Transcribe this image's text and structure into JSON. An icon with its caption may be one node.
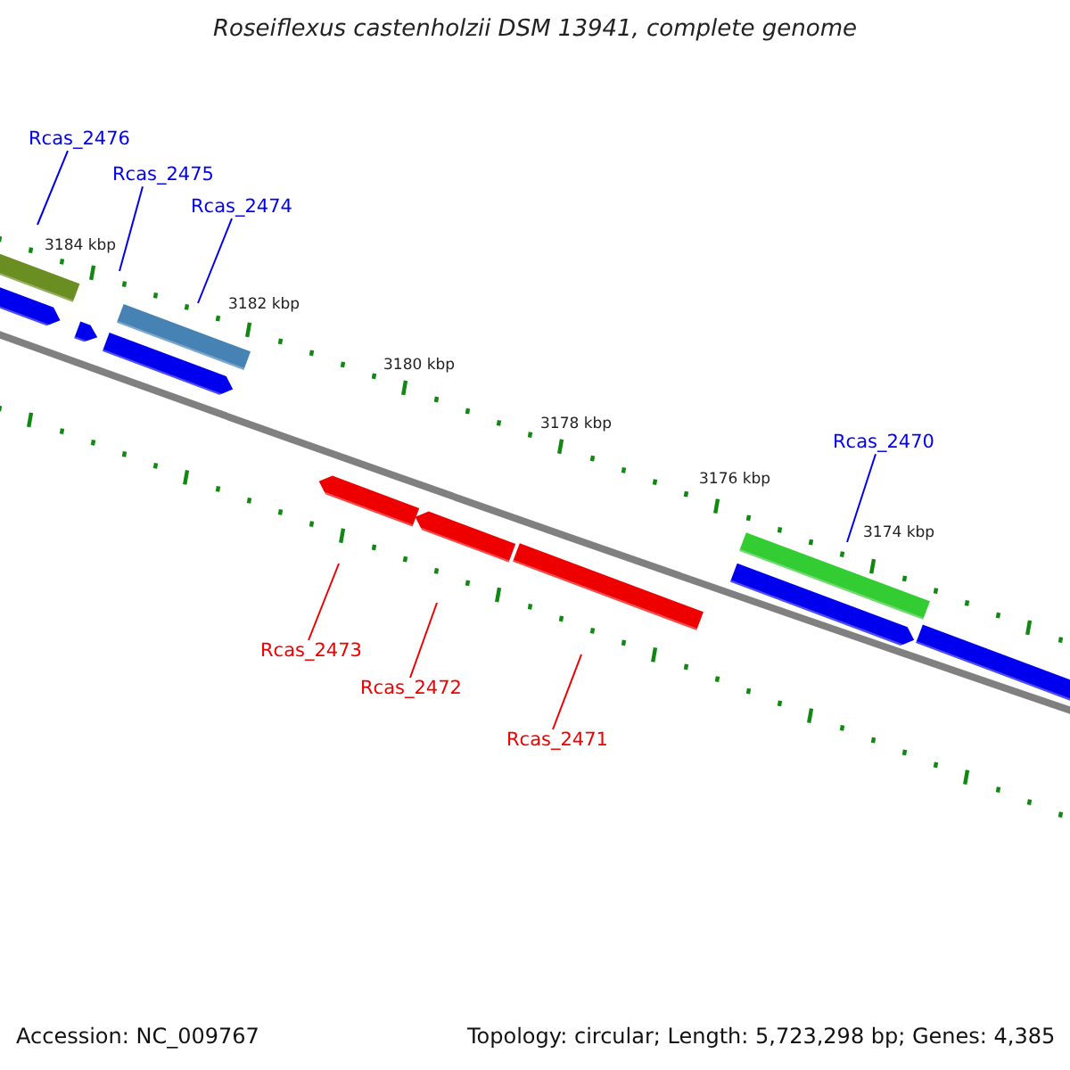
{
  "diagram": {
    "title": "Roseiflexus castenholzii DSM 13941, complete genome",
    "nodes": [
      {
        "text": [
          "Rcas_2476"
        ]
      },
      {
        "text": [
          "Rcas_2475"
        ]
      },
      {
        "text": [
          "Rcas_2474"
        ]
      },
      {
        "text": [
          "Rcas_2470"
        ]
      },
      {
        "text": [
          "Rcas_2473"
        ]
      },
      {
        "text": [
          "Rcas_2472"
        ]
      },
      {
        "text": [
          "Rcas_2471"
        ]
      }
    ],
    "edges": [
      {
        "from": 0,
        "to": null,
        "arrow": "none"
      },
      {
        "from": 1,
        "to": null,
        "arrow": "none"
      },
      {
        "from": 2,
        "to": null,
        "arrow": "none"
      },
      {
        "from": 3,
        "to": null,
        "arrow": "none"
      },
      {
        "from": 4,
        "to": null,
        "arrow": "none",
        "color": "#ee0000"
      },
      {
        "from": 5,
        "to": null,
        "arrow": "none",
        "color": "#ee0000"
      },
      {
        "from": 6,
        "to": null,
        "arrow": "none",
        "color": "#ee0000"
      }
    ],
    "labels": [
      "3184 kbp",
      "3182 kbp",
      "3180 kbp",
      "3178 kbp",
      "3176 kbp",
      "3174 kbp",
      "Accession: NC_009767",
      "Topology: circular; Length: 5,723,298 bp; Genes: 4,385"
    ]
  }
}
